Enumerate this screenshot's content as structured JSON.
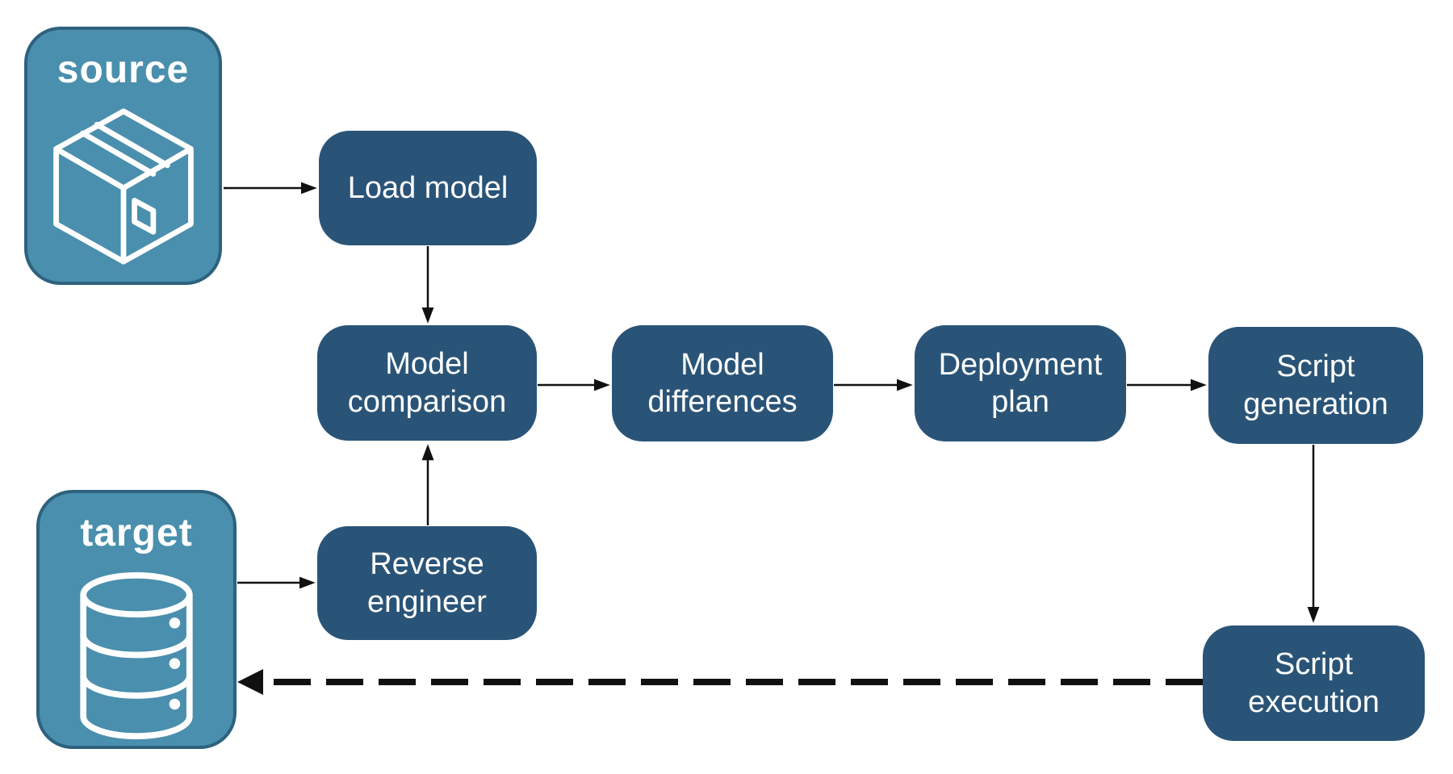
{
  "diagram": {
    "entities": {
      "source": {
        "label": "source",
        "icon": "package-icon"
      },
      "target": {
        "label": "target",
        "icon": "database-icon"
      }
    },
    "steps": {
      "load_model": {
        "label": "Load model"
      },
      "model_comparison": {
        "label": "Model comparison"
      },
      "model_differences": {
        "label": "Model differences"
      },
      "deployment_plan": {
        "label": "Deployment plan"
      },
      "script_generation": {
        "label": "Script generation"
      },
      "reverse_engineer": {
        "label": "Reverse engineer"
      },
      "script_execution": {
        "label": "Script execution"
      }
    },
    "edges": [
      {
        "from": "source",
        "to": "load_model",
        "style": "solid"
      },
      {
        "from": "load_model",
        "to": "model_comparison",
        "style": "solid"
      },
      {
        "from": "model_comparison",
        "to": "model_differences",
        "style": "solid"
      },
      {
        "from": "model_differences",
        "to": "deployment_plan",
        "style": "solid"
      },
      {
        "from": "deployment_plan",
        "to": "script_generation",
        "style": "solid"
      },
      {
        "from": "script_generation",
        "to": "script_execution",
        "style": "solid"
      },
      {
        "from": "target",
        "to": "reverse_engineer",
        "style": "solid"
      },
      {
        "from": "reverse_engineer",
        "to": "model_comparison",
        "style": "solid"
      },
      {
        "from": "script_execution",
        "to": "target",
        "style": "dashed"
      }
    ],
    "colors": {
      "step_fill": "#2a5477",
      "entity_fill": "#4a8fad",
      "entity_border": "#2d627e",
      "arrow": "#111111",
      "text": "#ffffff",
      "background": "#ffffff"
    }
  }
}
